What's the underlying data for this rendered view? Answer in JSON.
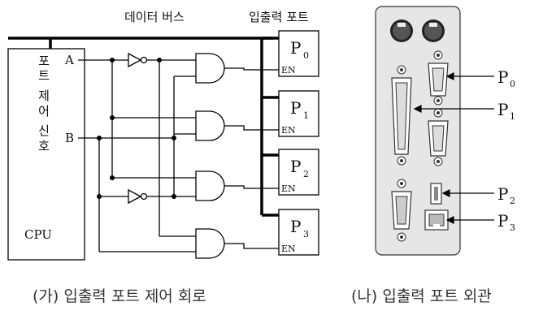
{
  "circuit": {
    "data_bus_label": "데이터 버스",
    "io_port_label": "입출력 포트",
    "cpu_label": "CPU",
    "port_control_signal_label": [
      "포",
      "트",
      "제",
      "어",
      "신",
      "호"
    ],
    "input_a_label": "A",
    "input_b_label": "B",
    "ports": [
      {
        "main": "P",
        "sub": "0",
        "enable": "EN"
      },
      {
        "main": "P",
        "sub": "1",
        "enable": "EN"
      },
      {
        "main": "P",
        "sub": "2",
        "enable": "EN"
      },
      {
        "main": "P",
        "sub": "3",
        "enable": "EN"
      }
    ],
    "caption": "(가) 입출력 포트 제어 회로"
  },
  "panel": {
    "callouts": [
      {
        "main": "P",
        "sub": "0"
      },
      {
        "main": "P",
        "sub": "1"
      },
      {
        "main": "P",
        "sub": "2"
      },
      {
        "main": "P",
        "sub": "3"
      }
    ],
    "caption": "(나) 입출력 포트 외관"
  }
}
